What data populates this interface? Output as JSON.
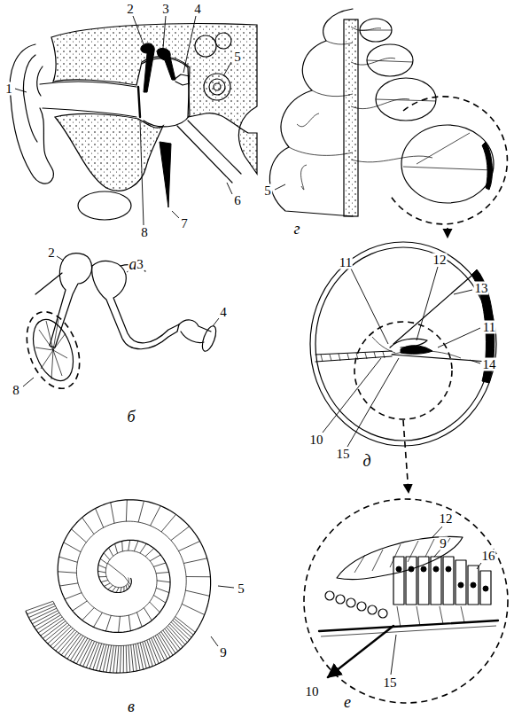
{
  "diagram": {
    "labels": [
      "1",
      "2",
      "3",
      "4",
      "5",
      "6",
      "7",
      "8",
      "а",
      "2",
      "3",
      "4",
      "8",
      "б",
      "5",
      "9",
      "в",
      "5",
      "г",
      "11",
      "12",
      "13",
      "11",
      "14",
      "10",
      "15",
      "д",
      "12",
      "9",
      "16",
      "10",
      "15",
      "е"
    ]
  }
}
